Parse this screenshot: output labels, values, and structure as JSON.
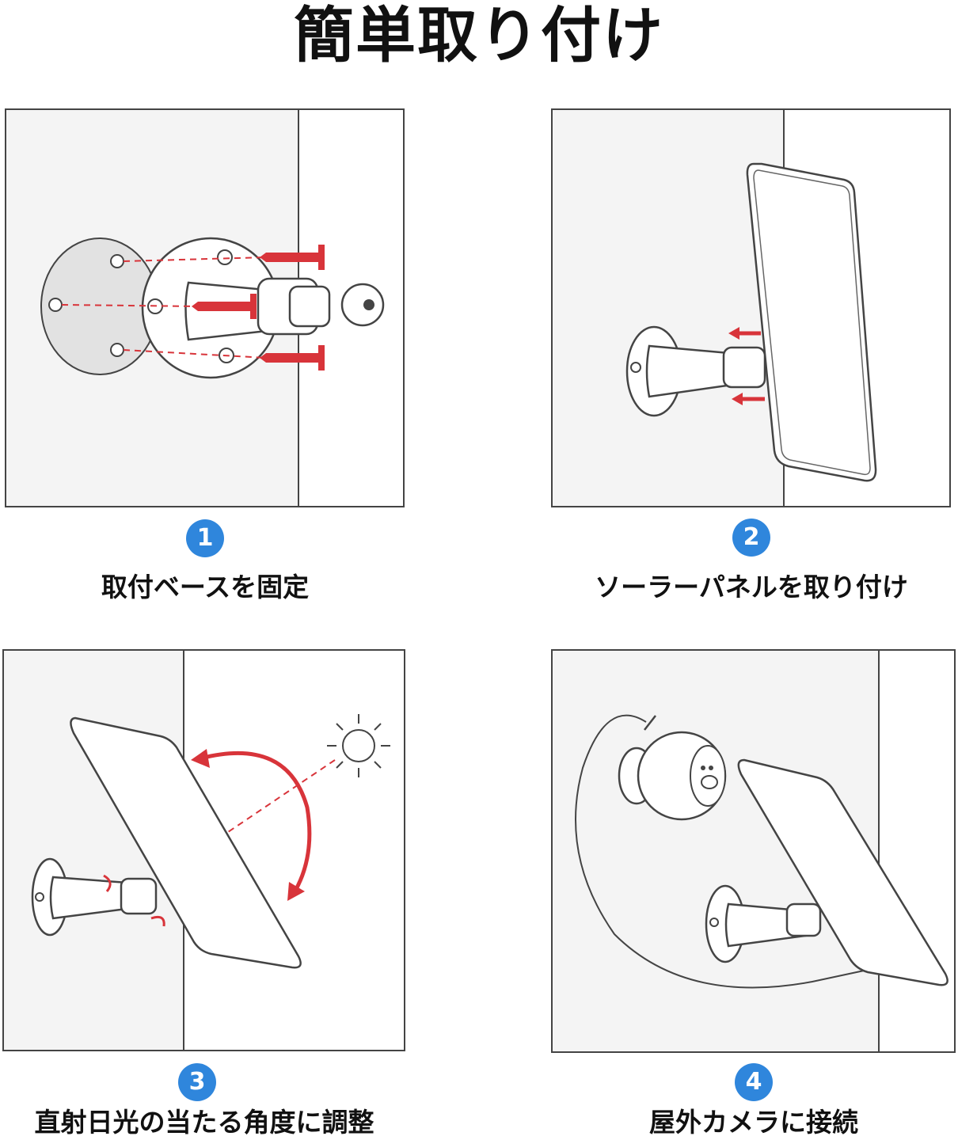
{
  "title": "簡単取り付け",
  "accent_color": "#d8343a",
  "badge_color": "#2f86dc",
  "steps": [
    {
      "number": "1",
      "caption": "取付ベースを固定"
    },
    {
      "number": "2",
      "caption": "ソーラーパネルを取り付け"
    },
    {
      "number": "3",
      "caption": "直射日光の当たる角度に調整"
    },
    {
      "number": "4",
      "caption": "屋外カメラに接続"
    }
  ]
}
